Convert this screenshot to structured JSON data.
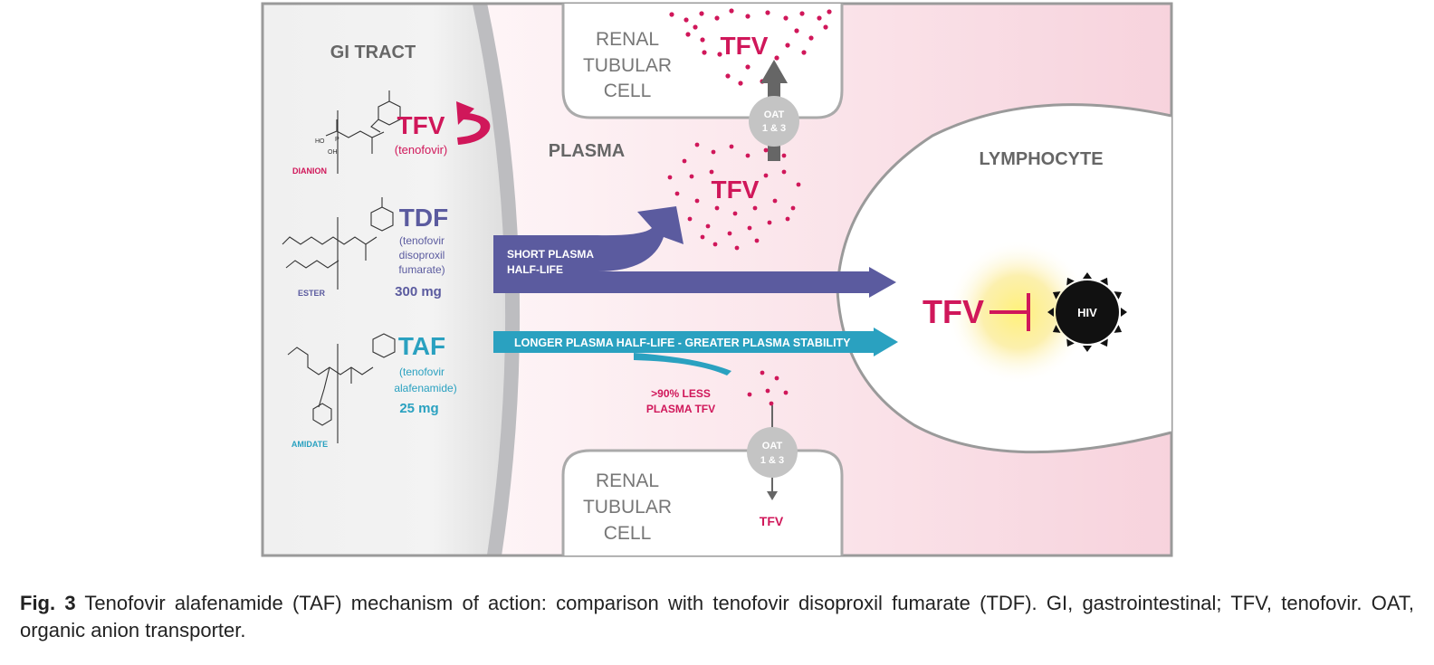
{
  "colors": {
    "tfv_pink": "#d0175a",
    "tdf_purple": "#5b5b9f",
    "taf_teal": "#2aa1c0",
    "gray_text": "#555555",
    "plasma_pink": "#f9dbe3"
  },
  "diagram": {
    "gi_tract_label": "GI TRACT",
    "plasma_label": "PLASMA",
    "lymphocyte_label": "LYMPHOCYTE",
    "renal_top": {
      "line1": "RENAL",
      "line2": "TUBULAR",
      "line3": "CELL",
      "tfv": "TFV"
    },
    "renal_bottom": {
      "line1": "RENAL",
      "line2": "TUBULAR",
      "line3": "CELL",
      "tfv": "TFV"
    },
    "oat_top": {
      "line1": "OAT",
      "line2": "1 & 3"
    },
    "oat_bottom": {
      "line1": "OAT",
      "line2": "1 & 3"
    },
    "plasma_tfv": "TFV",
    "drugs": {
      "tfv": {
        "abbr": "TFV",
        "name": "(tenofovir)",
        "form": "DIANION"
      },
      "tdf": {
        "abbr": "TDF",
        "name1": "(tenofovir",
        "name2": "disoproxil",
        "name3": "fumarate)",
        "dose": "300 mg",
        "form": "ESTER"
      },
      "taf": {
        "abbr": "TAF",
        "name1": "(tenofovir",
        "name2": "alafenamide)",
        "dose": "25 mg",
        "form": "AMIDATE"
      }
    },
    "short_half_life": {
      "line1": "SHORT PLASMA",
      "line2": "HALF-LIFE"
    },
    "longer_half_life": "LONGER PLASMA HALF-LIFE - GREATER PLASMA STABILITY",
    "less_tfv": {
      "line1": ">90% LESS",
      "line2": "PLASMA TFV"
    },
    "lymph_tfv": "TFV",
    "hiv": "HIV"
  },
  "caption": {
    "fig_label": "Fig. 3",
    "text": " Tenofovir alafenamide (TAF) mechanism of action: comparison with tenofovir disoproxil fumarate (TDF). GI, gastrointestinal; TFV, tenofovir. OAT, organic anion transporter."
  }
}
